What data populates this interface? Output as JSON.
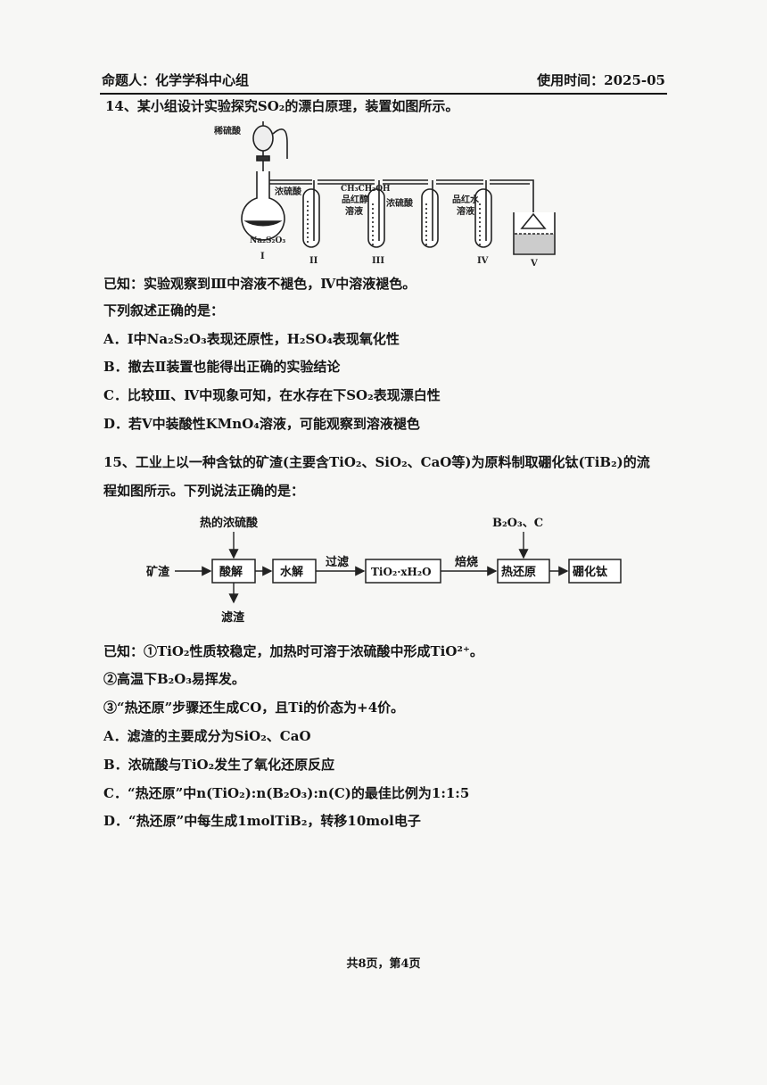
{
  "header": {
    "author": "命题人：化学学科中心组",
    "date": "使用时间：2025-05"
  },
  "q14": {
    "stem": "14、某小组设计实验探究SO₂的漂白原理，装置如图所示。",
    "apparatus_labels": {
      "dilute_acid": "稀硫酸",
      "reagent_I": "Na₂S₂O₃",
      "tube_II": "浓硫酸",
      "tube_III_line1": "CH₃CH₂OH",
      "tube_III_line2": "品红醇",
      "tube_III_line3": "溶液",
      "tube_IV_dry": "浓硫酸",
      "tube_IV_line1": "品红水",
      "tube_IV_line2": "溶液",
      "roman_I": "I",
      "roman_II": "II",
      "roman_III": "III",
      "roman_IV": "IV",
      "roman_V": "V"
    },
    "known": "已知：实验观察到Ⅲ中溶液不褪色，Ⅳ中溶液褪色。",
    "prompt": "下列叙述正确的是：",
    "options": [
      "A．Ⅰ中Na₂S₂O₃表现还原性，H₂SO₄表现氧化性",
      "B．撤去Ⅱ装置也能得出正确的实验结论",
      "C．比较Ⅲ、Ⅳ中现象可知，在水存在下SO₂表现漂白性",
      "D．若Ⅴ中装酸性KMnO₄溶液，可能观察到溶液褪色"
    ]
  },
  "q15": {
    "stem_line1": "15、工业上以一种含钛的矿渣(主要含TiO₂、SiO₂、CaO等)为原料制取硼化钛(TiB₂)的流",
    "stem_line2": "程如图所示。下列说法正确的是：",
    "flow": {
      "feed": "矿渣",
      "acid_input": "热的浓硫酸",
      "box1": "酸解",
      "residue": "滤渣",
      "box2": "水解",
      "arrow_filter": "过滤",
      "box3": "TiO₂·xH₂O",
      "arrow_calcine": "焙烧",
      "reductant_input": "B₂O₃、C",
      "box4": "热还原",
      "box5": "硼化钛"
    },
    "known1": "已知：①TiO₂性质较稳定，加热时可溶于浓硫酸中形成TiO²⁺。",
    "known2": "②高温下B₂O₃易挥发。",
    "known3": "③“热还原”步骤还生成CO，且Ti的价态为+4价。",
    "options": [
      "A．滤渣的主要成分为SiO₂、CaO",
      "B．浓硫酸与TiO₂发生了氧化还原反应",
      "C．“热还原”中n(TiO₂):n(B₂O₃):n(C)的最佳比例为1:1:5",
      "D．“热还原”中每生成1molTiB₂，转移10mol电子"
    ]
  },
  "footer": "共8页，第4页"
}
